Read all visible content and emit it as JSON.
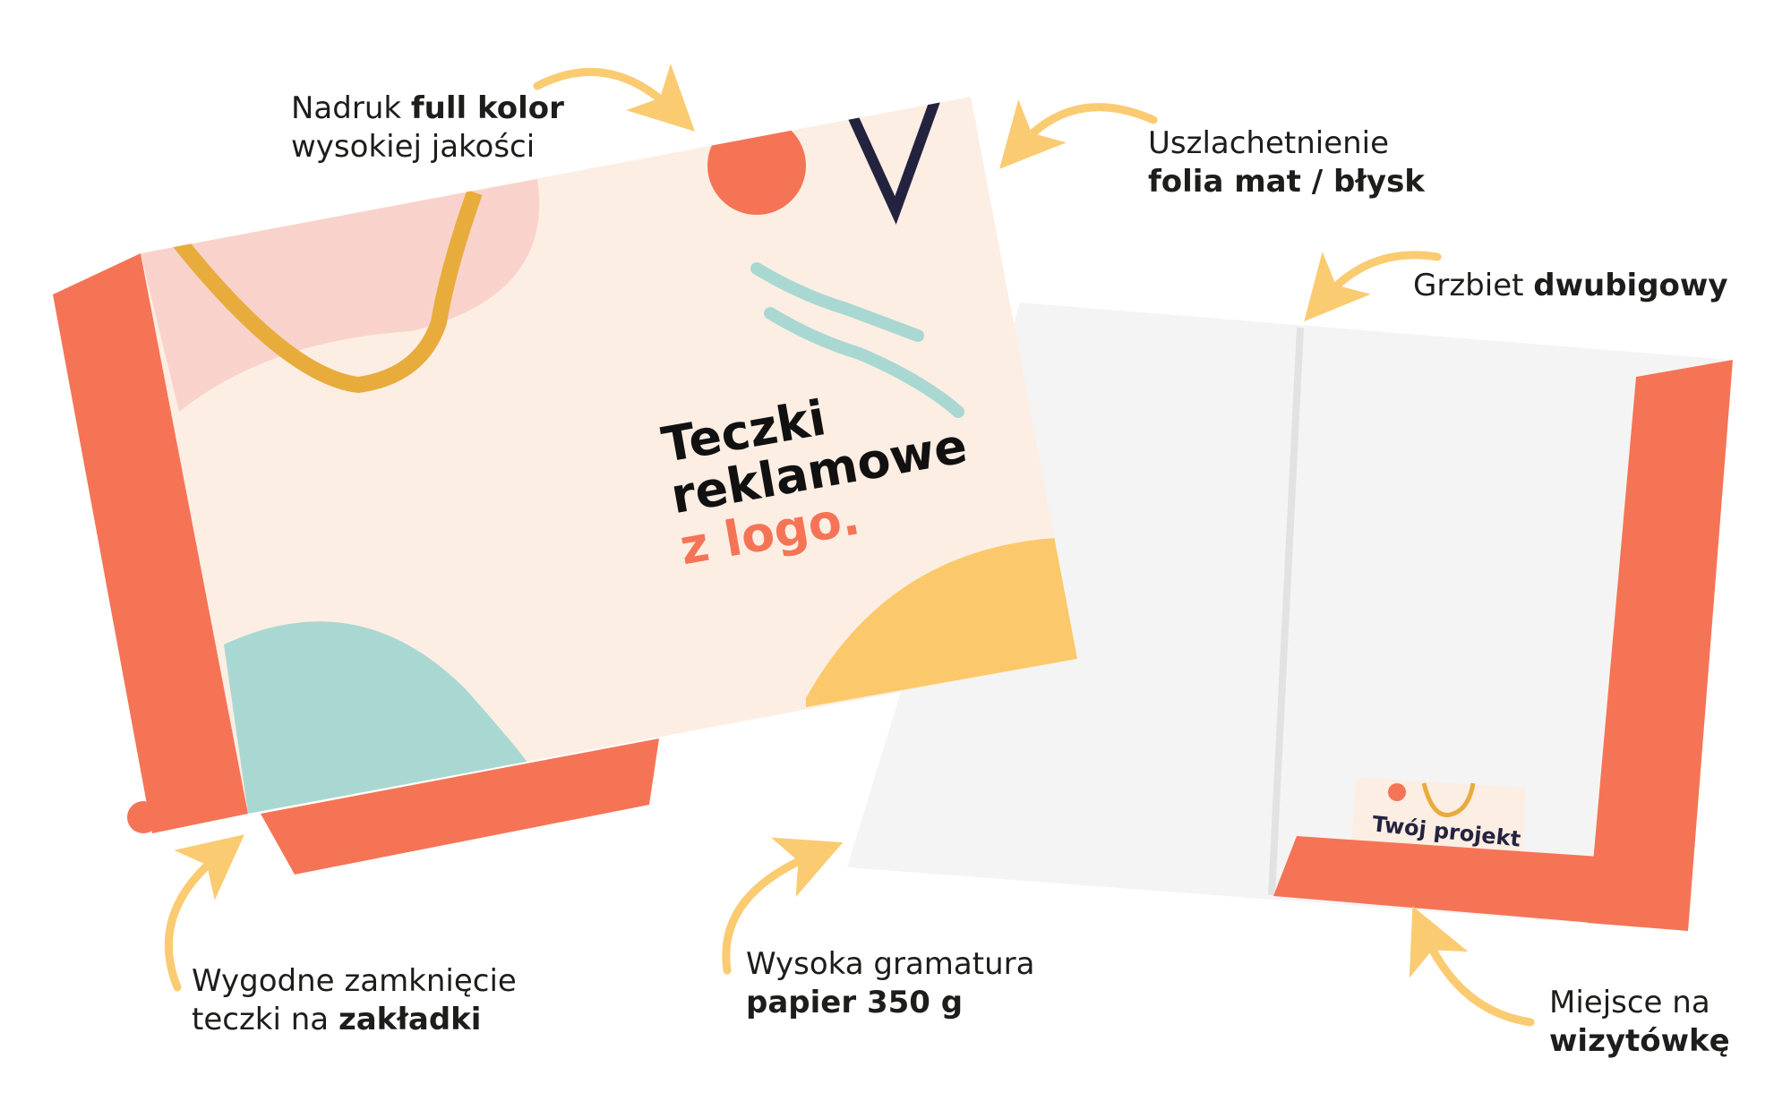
{
  "cover": {
    "line1": "Teczki",
    "line2": "reklamowe",
    "line3": "z logo."
  },
  "card": {
    "text": "Twój projekt"
  },
  "labels": {
    "print": {
      "normal": "Nadruk ",
      "bold": "full kolor",
      "line2": "wysokiej jakości"
    },
    "finish": {
      "line1": "Uszlachetnienie",
      "bold": "folia mat / błysk"
    },
    "spine": {
      "normal": "Grzbiet ",
      "bold": "dwubigowy"
    },
    "closure": {
      "line1": "Wygodne zamknięcie",
      "normal": "teczki na ",
      "bold": "zakładki"
    },
    "paper": {
      "line1": "Wysoka gramatura",
      "bold": "papier 350 g"
    },
    "card_slot": {
      "line1": "Miejsce na",
      "bold": "wizytówkę"
    }
  },
  "colors": {
    "orange": "#f57456",
    "arrow": "#fbcb72",
    "cover_bg": "#fdeee4",
    "teal": "#a9d8d2",
    "yellow": "#fbc96b",
    "navy": "#24233f"
  }
}
